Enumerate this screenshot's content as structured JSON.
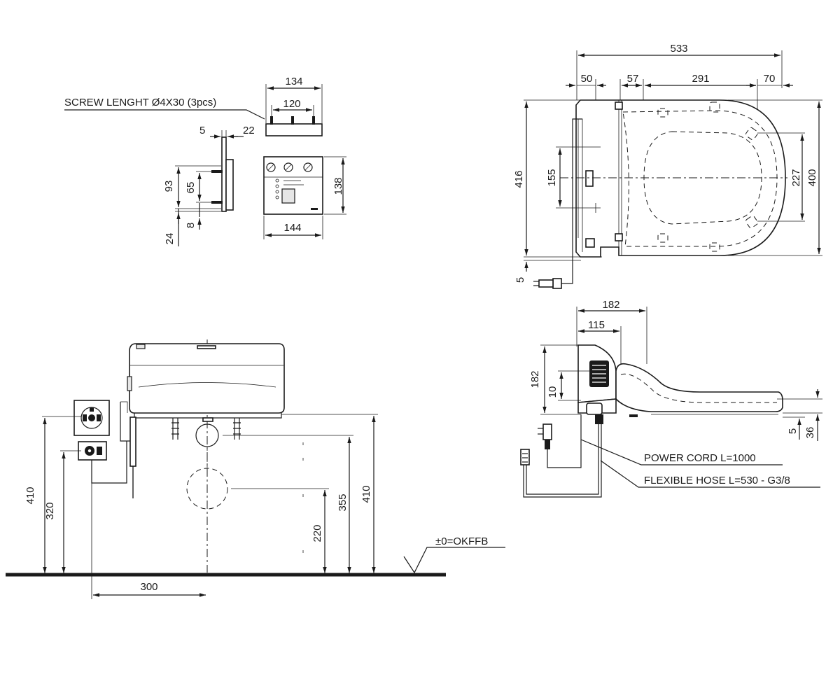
{
  "drawing": {
    "front_view": {
      "floor_label": "±0=OKFFB",
      "dim_410_left": "410",
      "dim_320": "320",
      "dim_300": "300",
      "dim_220": "220",
      "dim_355": "355",
      "dim_410_right": "410"
    },
    "bracket_view": {
      "screw_note": "SCREW LENGHT Ø4X30 (3pcs)",
      "dim_134": "134",
      "dim_120": "120",
      "dim_5": "5",
      "dim_22": "22",
      "dim_93": "93",
      "dim_65": "65",
      "dim_8": "8",
      "dim_24": "24",
      "dim_138": "138",
      "dim_144": "144"
    },
    "top_view": {
      "dim_533": "533",
      "dim_50": "50",
      "dim_57": "57",
      "dim_291": "291",
      "dim_70": "70",
      "dim_416": "416",
      "dim_155": "155",
      "dim_227": "227",
      "dim_400": "400",
      "dim_5": "5"
    },
    "side_view": {
      "dim_182_top": "182",
      "dim_115": "115",
      "dim_182_left": "182",
      "dim_10": "10",
      "dim_5": "5",
      "dim_36": "36",
      "power_cord_label": "POWER CORD L=1000",
      "hose_label": "FLEXIBLE HOSE L=530 - G3/8"
    }
  }
}
